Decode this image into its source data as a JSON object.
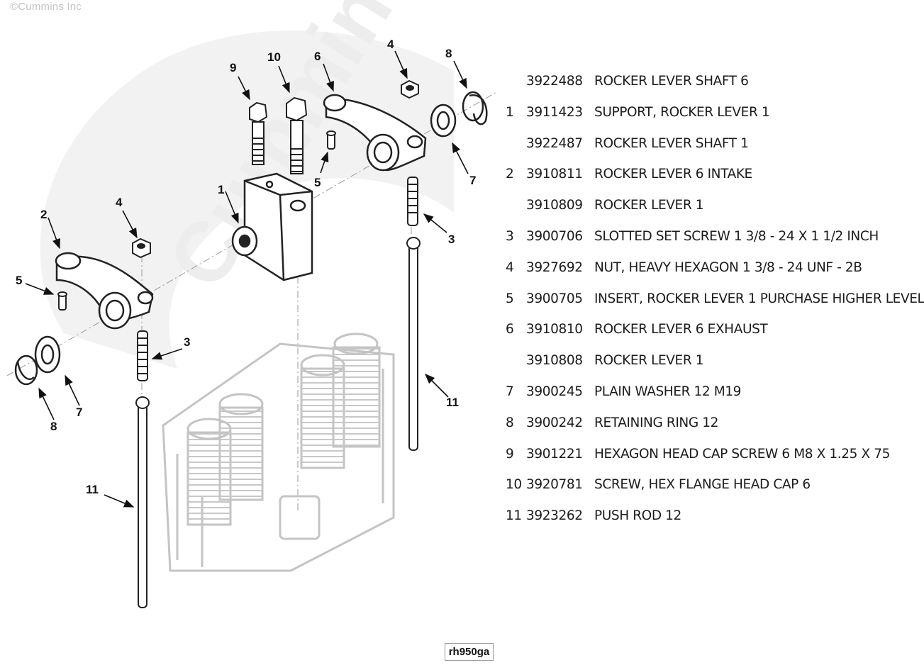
{
  "copyright": "©Cummins Inc",
  "watermark": "Cummins",
  "figure_id": "rh950ga",
  "callouts": [
    "9",
    "10",
    "6",
    "4",
    "8",
    "7",
    "5",
    "1",
    "3",
    "2",
    "4",
    "5",
    "3",
    "7",
    "8",
    "11",
    "11"
  ],
  "parts": [
    {
      "ref": "",
      "part_number": "3922488",
      "description": "ROCKER LEVER SHAFT 6"
    },
    {
      "ref": "1",
      "part_number": "3911423",
      "description": "SUPPORT, ROCKER LEVER 1"
    },
    {
      "ref": "",
      "part_number": "3922487",
      "description": "ROCKER LEVER SHAFT 1"
    },
    {
      "ref": "2",
      "part_number": "3910811",
      "description": "ROCKER LEVER 6 INTAKE"
    },
    {
      "ref": "",
      "part_number": "3910809",
      "description": "ROCKER LEVER 1"
    },
    {
      "ref": "3",
      "part_number": "3900706",
      "description": "SLOTTED SET SCREW 1 3/8 - 24 X 1 1/2 INCH"
    },
    {
      "ref": "4",
      "part_number": "3927692",
      "description": "NUT, HEAVY HEXAGON 1 3/8 - 24 UNF - 2B"
    },
    {
      "ref": "5",
      "part_number": "3900705",
      "description": "INSERT, ROCKER LEVER 1 PURCHASE HIGHER LEVEL"
    },
    {
      "ref": "6",
      "part_number": "3910810",
      "description": "ROCKER LEVER 6 EXHAUST"
    },
    {
      "ref": "",
      "part_number": "3910808",
      "description": "ROCKER LEVER 1"
    },
    {
      "ref": "7",
      "part_number": "3900245",
      "description": "PLAIN WASHER 12 M19"
    },
    {
      "ref": "8",
      "part_number": "3900242",
      "description": "RETAINING RING 12"
    },
    {
      "ref": "9",
      "part_number": "3901221",
      "description": "HEXAGON HEAD CAP SCREW 6 M8 X 1.25 X 75"
    },
    {
      "ref": "10",
      "part_number": "3920781",
      "description": "SCREW, HEX FLANGE HEAD CAP 6"
    },
    {
      "ref": "11",
      "part_number": "3923262",
      "description": "PUSH ROD 12"
    }
  ]
}
